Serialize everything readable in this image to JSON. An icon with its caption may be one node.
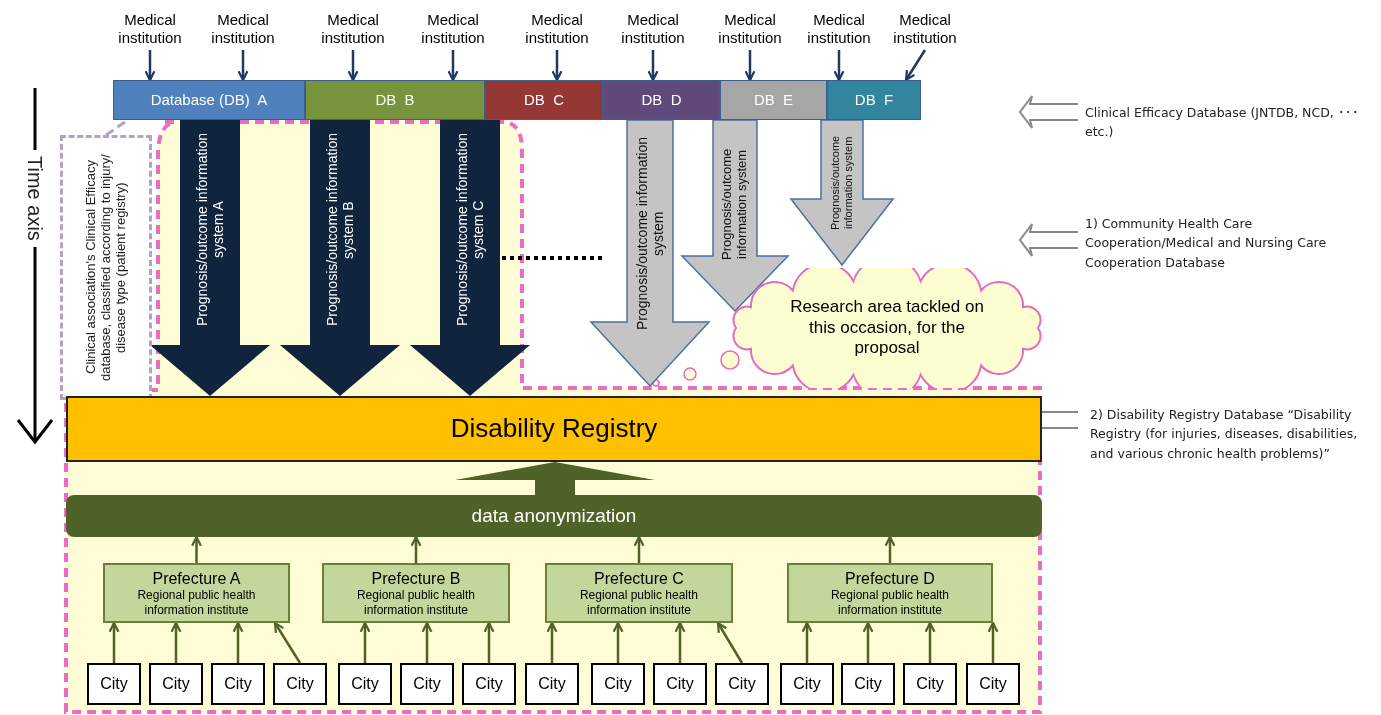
{
  "diagram": {
    "nodes": [
      {
        "text": [
          "Medical institution"
        ]
      },
      {
        "text": [
          "Medical institution"
        ]
      },
      {
        "text": [
          "Medical institution"
        ]
      },
      {
        "text": [
          "Medical institution"
        ]
      },
      {
        "text": [
          "Medical institution"
        ]
      },
      {
        "text": [
          "Medical institution"
        ]
      },
      {
        "text": [
          "Medical institution"
        ]
      },
      {
        "text": [
          "Medical institution"
        ]
      },
      {
        "text": [
          "Medical institution"
        ]
      },
      {
        "text": [
          "Database (DB)  A"
        ]
      },
      {
        "text": [
          "DB  B"
        ]
      },
      {
        "text": [
          "DB  C"
        ]
      },
      {
        "text": [
          "DB  D"
        ]
      },
      {
        "text": [
          "DB  E"
        ]
      },
      {
        "text": [
          "DB  F"
        ]
      },
      {
        "text": [
          "Research area tackled on this occasion, for the proposal"
        ]
      },
      {
        "text": [
          "Clinical association's Clinical Efficacy database, classified according to injury/ disease type (patient registry)"
        ]
      },
      {
        "text": [
          "Disability Registry"
        ]
      },
      {
        "text": [
          "data anonymization"
        ]
      },
      {
        "text": [
          "Prefecture A",
          "Regional public health information institute"
        ]
      },
      {
        "text": [
          "Prefecture B",
          "Regional public health information institute"
        ]
      },
      {
        "text": [
          "Prefecture C",
          "Regional public health information institute"
        ]
      },
      {
        "text": [
          "Prefecture D",
          "Regional public health information institute"
        ]
      },
      {
        "text": [
          "City"
        ]
      },
      {
        "text": [
          "City"
        ]
      },
      {
        "text": [
          "City"
        ]
      },
      {
        "text": [
          "City"
        ]
      },
      {
        "text": [
          "City"
        ]
      },
      {
        "text": [
          "City"
        ]
      },
      {
        "text": [
          "City"
        ]
      },
      {
        "text": [
          "City"
        ]
      },
      {
        "text": [
          "City"
        ]
      },
      {
        "text": [
          "City"
        ]
      },
      {
        "text": [
          "City"
        ]
      },
      {
        "text": [
          "City"
        ]
      },
      {
        "text": [
          "City"
        ]
      },
      {
        "text": [
          "City"
        ]
      },
      {
        "text": [
          "City"
        ]
      }
    ],
    "edges": [
      {
        "from": 0,
        "to": 9,
        "arrow": "to"
      },
      {
        "from": 1,
        "to": 9,
        "arrow": "to"
      },
      {
        "from": 2,
        "to": 10,
        "arrow": "to"
      },
      {
        "from": 3,
        "to": 10,
        "arrow": "to"
      },
      {
        "from": 4,
        "to": 11,
        "arrow": "to"
      },
      {
        "from": 5,
        "to": 12,
        "arrow": "to"
      },
      {
        "from": 6,
        "to": 13,
        "arrow": "to"
      },
      {
        "from": 7,
        "to": 14,
        "arrow": "to"
      },
      {
        "from": 8,
        "to": 14,
        "arrow": "to"
      },
      {
        "from": 9,
        "to": 17,
        "arrow": "to",
        "label": "Prognosis/outcome information system  A",
        "style": "thick",
        "color": "#10243e"
      },
      {
        "from": 10,
        "to": 17,
        "arrow": "to",
        "label": "Prognosis/outcome information system  B",
        "style": "thick",
        "color": "#10243e"
      },
      {
        "from": 10,
        "to": 17,
        "arrow": "to",
        "label": "Prognosis/outcome information system C",
        "style": "thick",
        "color": "#10243e"
      },
      {
        "from": 12,
        "to": null,
        "arrow": "to",
        "label": "Prognosis/outcome information system",
        "style": "thick",
        "color": "#c4c4c4"
      },
      {
        "from": 13,
        "to": null,
        "arrow": "to",
        "label": "Prognosis/outcome information system",
        "style": "thick",
        "color": "#c4c4c4"
      },
      {
        "from": 14,
        "to": null,
        "arrow": "to",
        "label": "Prognosis/outcome information system",
        "style": "thick",
        "color": "#c4c4c4"
      },
      {
        "from": 16,
        "to": 9,
        "arrow": "none",
        "style": "dashed",
        "color": "#b3a2c7"
      },
      {
        "from": 18,
        "to": 17,
        "arrow": "to",
        "style": "thick",
        "color": "#4f6228"
      },
      {
        "from": 19,
        "to": 18,
        "arrow": "to",
        "color": "#4f6228"
      },
      {
        "from": 20,
        "to": 18,
        "arrow": "to",
        "color": "#4f6228"
      },
      {
        "from": 21,
        "to": 18,
        "arrow": "to",
        "color": "#4f6228"
      },
      {
        "from": 22,
        "to": 18,
        "arrow": "to",
        "color": "#4f6228"
      },
      {
        "from": 23,
        "to": 19,
        "arrow": "to",
        "color": "#4f6228"
      },
      {
        "from": 24,
        "to": 19,
        "arrow": "to",
        "color": "#4f6228"
      },
      {
        "from": 25,
        "to": 19,
        "arrow": "to",
        "color": "#4f6228"
      },
      {
        "from": 26,
        "to": 19,
        "arrow": "to",
        "color": "#4f6228"
      },
      {
        "from": 27,
        "to": 20,
        "arrow": "to",
        "color": "#4f6228"
      },
      {
        "from": 28,
        "to": 20,
        "arrow": "to",
        "color": "#4f6228"
      },
      {
        "from": 29,
        "to": 20,
        "arrow": "to",
        "color": "#4f6228"
      },
      {
        "from": 30,
        "to": 21,
        "arrow": "to",
        "color": "#4f6228"
      },
      {
        "from": 31,
        "to": 21,
        "arrow": "to",
        "color": "#4f6228"
      },
      {
        "from": 32,
        "to": 21,
        "arrow": "to",
        "color": "#4f6228"
      },
      {
        "from": 33,
        "to": 21,
        "arrow": "to",
        "color": "#4f6228"
      },
      {
        "from": 34,
        "to": 22,
        "arrow": "to",
        "color": "#4f6228"
      },
      {
        "from": 35,
        "to": 22,
        "arrow": "to",
        "color": "#4f6228"
      },
      {
        "from": 36,
        "to": 22,
        "arrow": "to",
        "color": "#4f6228"
      },
      {
        "from": 37,
        "to": 22,
        "arrow": "to",
        "color": "#4f6228"
      }
    ],
    "labels": [
      "Clinical Efficacy Database (JNTDB, NCD, ･･･ etc.)",
      "Time axis",
      "1) Community Health Care Cooperation/Medical and Nursing Care Cooperation Database",
      "2) Disability Registry Database “Disability Registry (for injuries, diseases, disabilities, and various chronic health problems)”"
    ]
  }
}
